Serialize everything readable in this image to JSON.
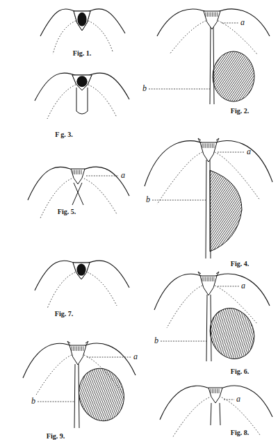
{
  "diagram": {
    "labels": [
      "Fig. 1.",
      "a",
      "b",
      "Fig. 2.",
      "F g. 3.",
      "a",
      "b",
      "a",
      "Fig. 5.",
      "Fig. 4.",
      "a",
      "Fig. 7.",
      "b",
      "a",
      "Fig. 6.",
      "b",
      "a",
      "Fig. 8.",
      "Fig. 9."
    ]
  }
}
